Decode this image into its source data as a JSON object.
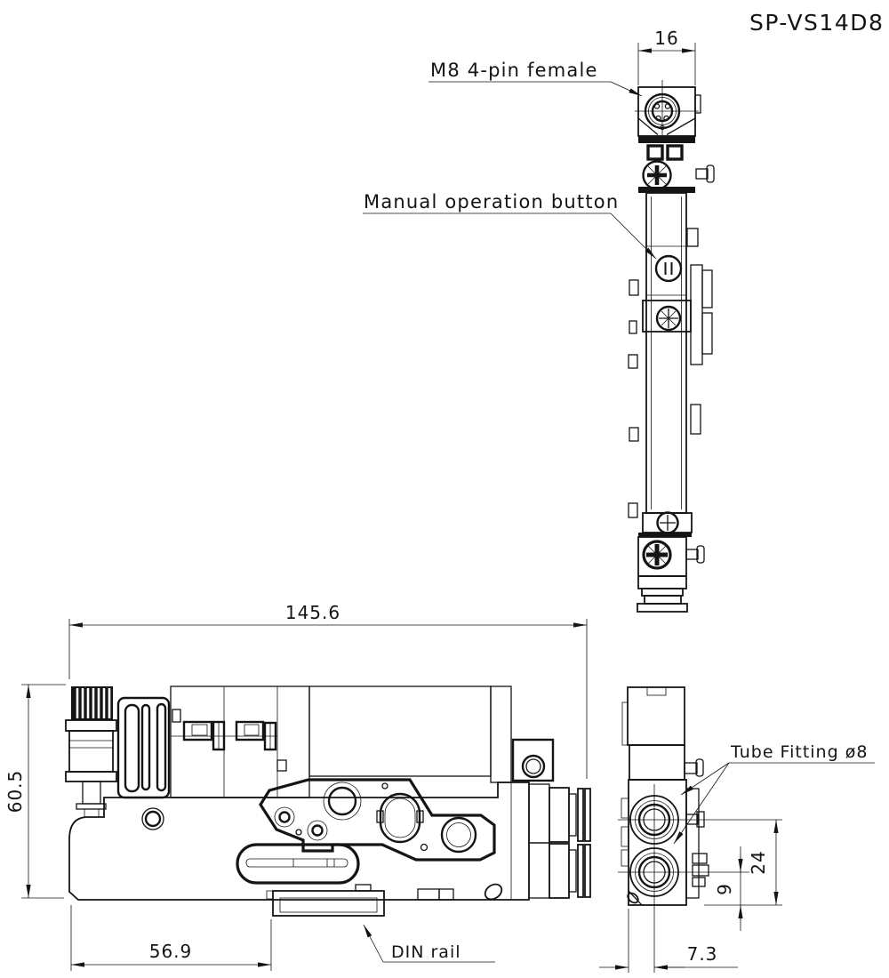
{
  "drawing": {
    "model": "SP-VS14D8",
    "labels": {
      "connector": "M8 4-pin female",
      "manual_button": "Manual operation button",
      "din_rail": "DIN rail",
      "tube_fitting": "Tube Fitting ø8"
    },
    "dimensions": {
      "top_width": "16",
      "overall_width": "145.6",
      "overall_height": "60.5",
      "din_rail_offset": "56.9",
      "port_spacing": "24",
      "port_height": "9",
      "port_offset": "7.3"
    },
    "colors": {
      "line": "#141414",
      "background": "#ffffff"
    }
  }
}
